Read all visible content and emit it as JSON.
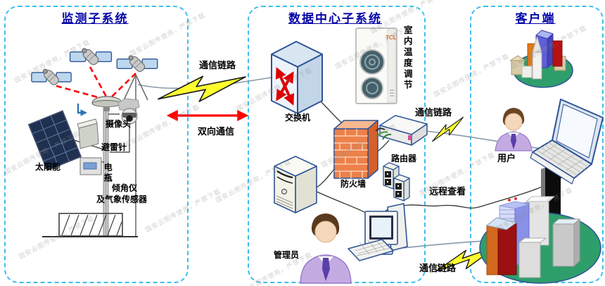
{
  "watermark": {
    "text": "国安云图传使用，严禁下载"
  },
  "panels": {
    "monitoring": {
      "title": "监测子系统",
      "labels": {
        "camera": "摄像头",
        "lightning_rod": "避雷针",
        "solar": "太阳能",
        "battery": "电瓶",
        "sensor_line1": "倾角仪",
        "sensor_line2": "及气象传感器"
      }
    },
    "datacenter": {
      "title": "数据中心子系统",
      "ac_brand": "TCL",
      "labels": {
        "switch": "交换机",
        "ac_vertical": "室内温度调节",
        "firewall": "防火墙",
        "router": "路由器",
        "admin": "管理员"
      }
    },
    "client": {
      "title": "客户端",
      "labels": {
        "user": "用户"
      }
    }
  },
  "links": {
    "left_comm": "通信链路",
    "bidirectional": "双向通信",
    "router_comm": "通信链路",
    "remote_view": "远程查看",
    "bottom_comm": "通信链路"
  },
  "colors": {
    "panel_border": "#3EBEEE",
    "title": "#0303A8",
    "satellite_link": "#FF0000",
    "bolt_fill": "#FFFF2E",
    "firewall_orange": "#E8703A",
    "city_green": "#2E9E6B"
  }
}
